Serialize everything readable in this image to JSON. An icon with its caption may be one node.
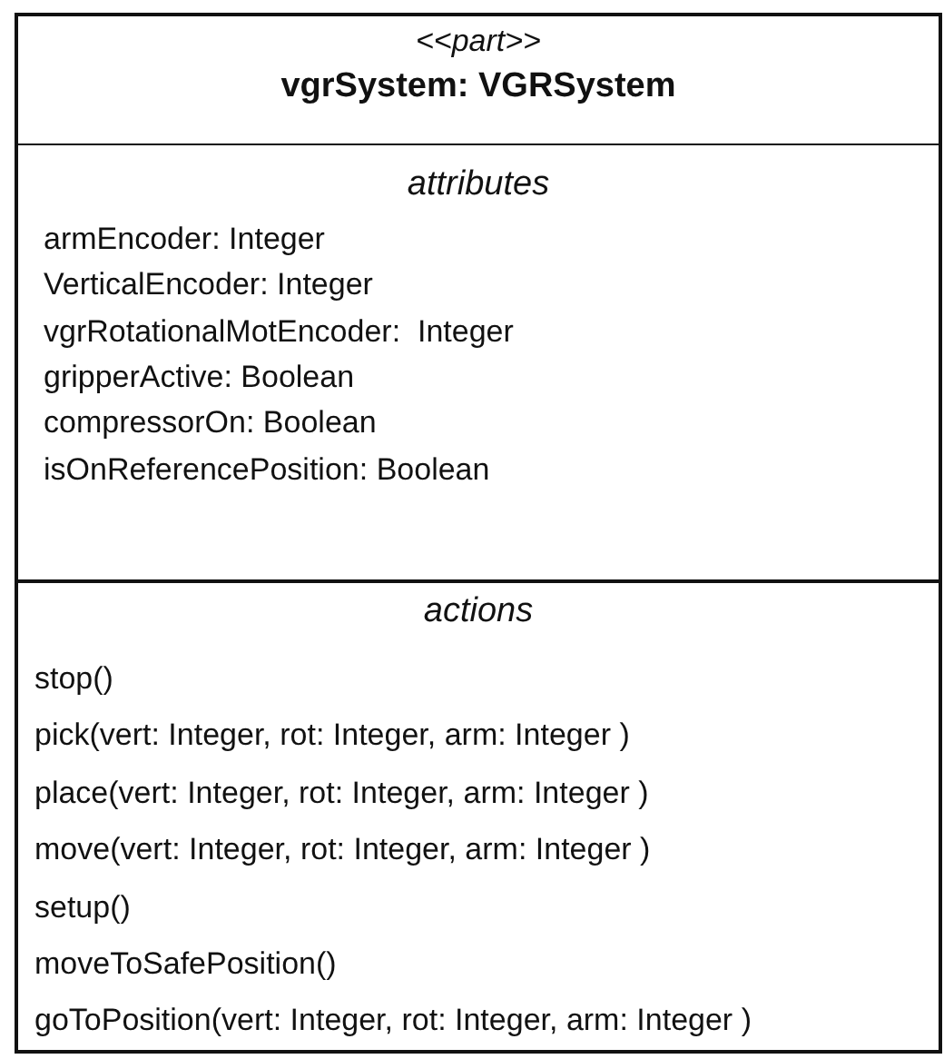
{
  "diagram": {
    "nodes": [
      {
        "text": [
          "<<part>>",
          "vgrSystem: VGRSystem"
        ]
      },
      {
        "text": [
          "attributes",
          "armEncoder: Integer",
          "VerticalEncoder: Integer",
          "vgrRotationalMotEncoder:  Integer",
          "gripperActive: Boolean",
          "compressorOn: Boolean",
          "isOnReferencePosition: Boolean"
        ],
        "in": 0
      },
      {
        "text": [
          "actions",
          "stop()",
          "pick(vert: Integer, rot: Integer, arm: Integer )",
          "place(vert: Integer, rot: Integer, arm: Integer )",
          "move(vert: Integer, rot: Integer, arm: Integer )",
          "setup()",
          "moveToSafePosition()",
          "goToPosition(vert: Integer, rot: Integer, arm: Integer )"
        ],
        "in": 0
      }
    ]
  }
}
